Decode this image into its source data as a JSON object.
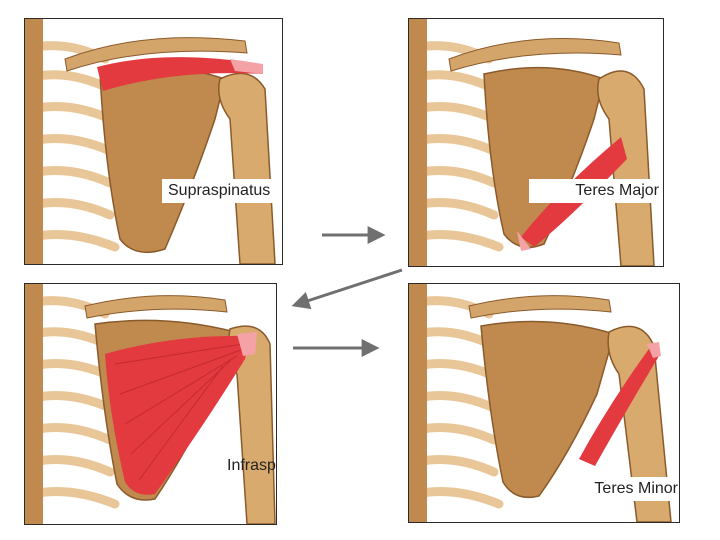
{
  "colors": {
    "bone": "#c08a4e",
    "bone_dark": "#8a5a2b",
    "bone_light": "#e8c697",
    "muscle": "#e23a3f",
    "muscle_light": "#f5a2a6",
    "arrow": "#707070"
  },
  "panels": [
    {
      "id": "supraspinatus",
      "label": "Supraspinatus",
      "muscle": "supraspinatus"
    },
    {
      "id": "teres-major",
      "label": "Teres Major",
      "muscle": "teres-major"
    },
    {
      "id": "infraspinatus",
      "label": "Infraspinatus",
      "muscle": "infraspinatus"
    },
    {
      "id": "teres-minor",
      "label": "Teres Minor",
      "muscle": "teres-minor"
    }
  ]
}
